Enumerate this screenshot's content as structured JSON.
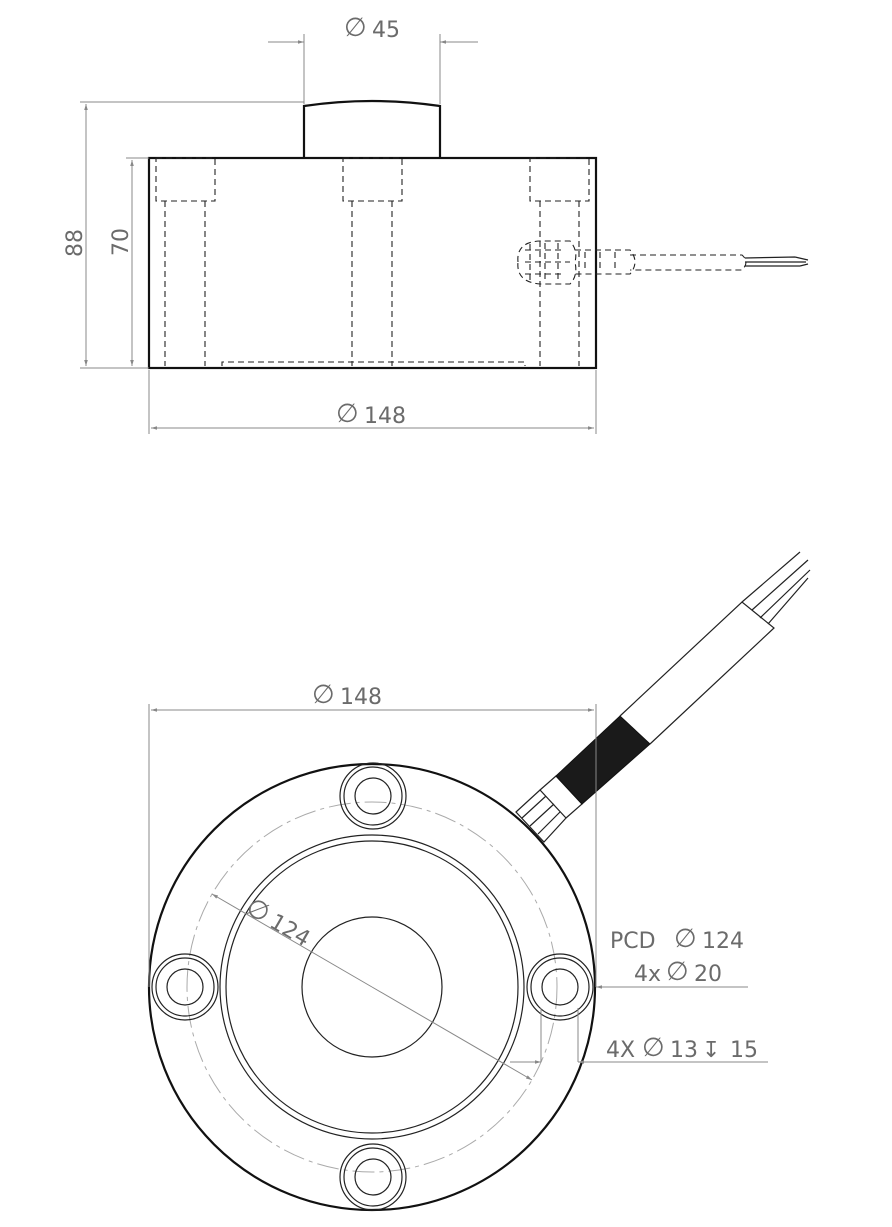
{
  "drawing": {
    "phi_symbol": "∅",
    "side_view": {
      "top_boss_diameter": "45",
      "overall_height": "88",
      "body_height": "70",
      "body_diameter": "148"
    },
    "top_view": {
      "body_diameter": "148",
      "diagonal_diameter": "124",
      "pcd_label": "PCD",
      "pcd_value": "124",
      "counterbore_prefix": "4x",
      "counterbore_value": "20",
      "hole_prefix": "4X",
      "hole_value": "13",
      "depth_symbol": "↧",
      "hole_depth": "15"
    }
  }
}
